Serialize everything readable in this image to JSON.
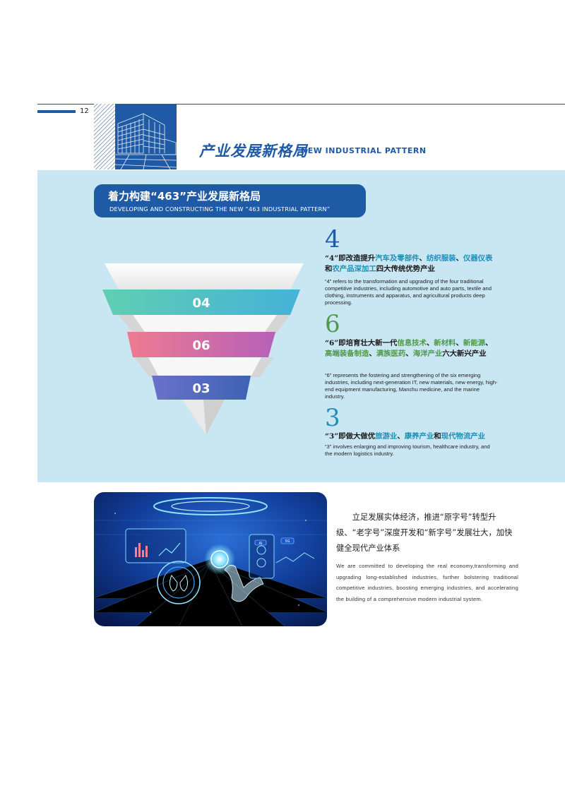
{
  "header": {
    "page_number": "12",
    "title_zh": "产业发展新格局",
    "title_en": "NEW INDUSTRIAL PATTERN"
  },
  "banner": {
    "title_zh": "着力构建“463”产业发展新格局",
    "subtitle_en": "DEVELOPING AND CONSTRUCTING THE NEW “463 INDUSTRIAL PATTERN”"
  },
  "funnel": {
    "labels": [
      "04",
      "06",
      "03"
    ],
    "colors": {
      "tier1": [
        "#5fcfb2",
        "#45b2d8"
      ],
      "tier2": [
        "#ee7b91",
        "#b660b9"
      ],
      "tier3": [
        "#6a71c9",
        "#3e63b4"
      ]
    }
  },
  "items": [
    {
      "digit": "4",
      "digit_color": "#1f5aa6",
      "zh": [
        {
          "t": "“4”即改造提升",
          "c": ""
        },
        {
          "t": "汽车及零部件",
          "c": "blue"
        },
        {
          "t": "、",
          "c": ""
        },
        {
          "t": "纺织服装",
          "c": "blue"
        },
        {
          "t": "、",
          "c": ""
        },
        {
          "t": "仪器仪表",
          "c": "blue"
        },
        {
          "t": "和",
          "c": ""
        },
        {
          "t": "农产品深加工",
          "c": "blue"
        },
        {
          "t": "四大传统优势产业",
          "c": ""
        }
      ],
      "en": "“4” refers to the transformation and upgrading of the four traditional competitive industries, including automotive and auto parts, textile and clothing, instruments and apparatus, and agricultural products deep processing."
    },
    {
      "digit": "6",
      "digit_color": "#4f9a4c",
      "zh": [
        {
          "t": "“6”即培育壮大新一代",
          "c": ""
        },
        {
          "t": "信息技术",
          "c": "green"
        },
        {
          "t": "、",
          "c": ""
        },
        {
          "t": "新材料",
          "c": "green"
        },
        {
          "t": "、",
          "c": ""
        },
        {
          "t": "新能源",
          "c": "green"
        },
        {
          "t": "、",
          "c": ""
        },
        {
          "t": "高端装备制造",
          "c": "green"
        },
        {
          "t": "、",
          "c": ""
        },
        {
          "t": "满族医药",
          "c": "green"
        },
        {
          "t": "、",
          "c": ""
        },
        {
          "t": "海洋产业",
          "c": "green"
        },
        {
          "t": "六大新兴产业",
          "c": ""
        }
      ],
      "en": "“6” represents the fostering and strengthening of the six emerging industries, including next-generation IT, new materials, new energy, high-end equipment manufacturing, Manchu medicine, and the marine industry."
    },
    {
      "digit": "3",
      "digit_color": "#1e8fb5",
      "zh": [
        {
          "t": "“3”即做大做优",
          "c": ""
        },
        {
          "t": "旅游业",
          "c": "blue"
        },
        {
          "t": "、",
          "c": ""
        },
        {
          "t": "康养产业",
          "c": "blue"
        },
        {
          "t": "和",
          "c": ""
        },
        {
          "t": "现代物流产业",
          "c": "blue"
        }
      ],
      "en": "“3” involves enlarging and improving tourism, healthcare industry, and the modern logistics industry."
    }
  ],
  "bottom": {
    "body_zh": "立足发展实体经济，推进“原字号”转型升级、“老字号”深度开发和“新字号”发展壮大，加快健全现代产业体系",
    "body_en": "We are committed to developing the real economy,transforming and upgrading long-established industries, further bolstering traditional competitive industries, boosting emerging industries, and accelerating the building of a comprehensive modern industrial system."
  },
  "photo_overlay": {
    "badge_a": "AI",
    "badge_b": "5G"
  }
}
